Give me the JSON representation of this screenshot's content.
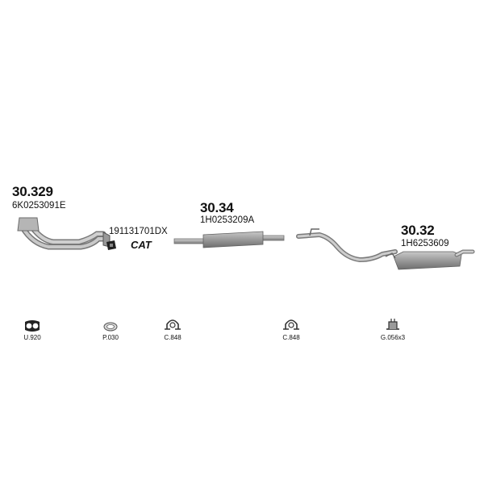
{
  "parts": [
    {
      "number": "30.329",
      "oem": "6K0253091E"
    },
    {
      "number": "30.34",
      "oem": "1H0253209A"
    },
    {
      "number": "30.32",
      "oem": "1H6253609"
    }
  ],
  "catalyst": {
    "code": "191131701DX",
    "label": "CAT"
  },
  "accessories": [
    {
      "code": "U.920",
      "icon": "gasket-icon"
    },
    {
      "code": "P.030",
      "icon": "ring-gasket-icon"
    },
    {
      "code": "C.848",
      "icon": "clamp-icon"
    },
    {
      "code": "C.848",
      "icon": "clamp-icon"
    },
    {
      "code": "G.056x3",
      "icon": "rubber-mount-icon"
    }
  ]
}
